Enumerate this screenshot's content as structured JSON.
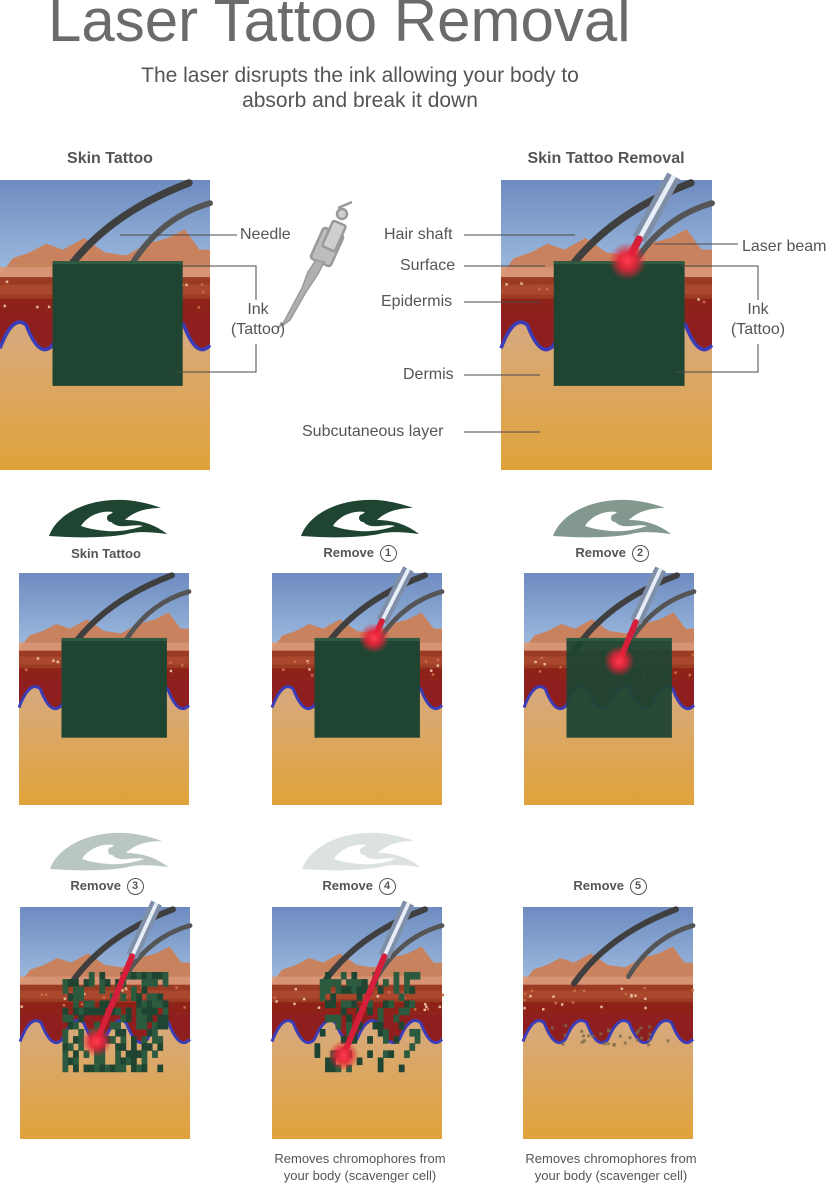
{
  "header": {
    "title": "Laser Tattoo Removal",
    "subtitle": "The laser disrupts the ink allowing your body to absorb and break it down"
  },
  "top": {
    "left_heading": "Skin Tattoo",
    "right_heading": "Skin Tattoo Removal",
    "labels": {
      "needle": "Needle",
      "ink": "Ink",
      "tattoo": "(Tattoo)",
      "hair_shaft": "Hair shaft",
      "surface": "Surface",
      "epidermis": "Epidermis",
      "dermis": "Dermis",
      "subcutaneous": "Subcutaneous layer",
      "laser_beam": "Laser beam"
    }
  },
  "stages": [
    {
      "word": "Skin Tattoo",
      "number": "",
      "note": "",
      "logo_opacity": 1.0,
      "ink": 1.0
    },
    {
      "word": "Remove",
      "number": "1",
      "note": "",
      "logo_opacity": 1.0,
      "ink": 1.0
    },
    {
      "word": "Remove",
      "number": "2",
      "note": "",
      "logo_opacity": 0.55,
      "ink": 0.85
    },
    {
      "word": "Remove",
      "number": "3",
      "note": "",
      "logo_opacity": 0.3,
      "ink": 0.55
    },
    {
      "word": "Remove",
      "number": "4",
      "note": "Removes chromophores from your body (scavenger cell)",
      "logo_opacity": 0.15,
      "ink": 0.3
    },
    {
      "word": "Remove",
      "number": "5",
      "note": "Removes chromophores from your body (scavenger cell)",
      "logo_opacity": 0,
      "ink": 0
    }
  ],
  "colors": {
    "sky": "#6f8fc0",
    "surface": "#c9825e",
    "epidermis": "#9c3b24",
    "dermis": "#d1a07c",
    "subcutaneous": "#e0a23a",
    "ink": "#1f4532",
    "laser": "#d51f3a",
    "hair": "#3f3f3f",
    "vein": "#3c3cb8"
  }
}
